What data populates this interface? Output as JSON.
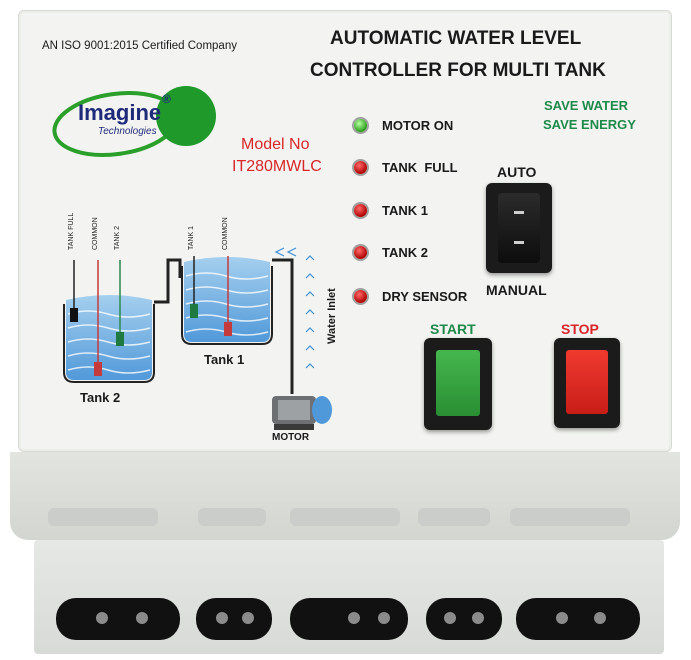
{
  "header": {
    "certification": "AN ISO 9001:2015 Certified Company",
    "title_line1": "AUTOMATIC WATER LEVEL",
    "title_line2": "CONTROLLER FOR MULTI TANK"
  },
  "brand": {
    "name": "Imagine",
    "registered": "®",
    "subtitle": "Technologies"
  },
  "model": {
    "label": "Model No",
    "number": "IT280MWLC"
  },
  "slogans": [
    "SAVE WATER",
    "SAVE ENERGY"
  ],
  "indicators": [
    {
      "label": "MOTOR ON",
      "color": "#2a9d1b"
    },
    {
      "label": "TANK  FULL",
      "color": "#b00000"
    },
    {
      "label": "TANK 1",
      "color": "#b00000"
    },
    {
      "label": "TANK 2",
      "color": "#b00000"
    },
    {
      "label": "DRY SENSOR",
      "color": "#b00000"
    }
  ],
  "mode_switch": {
    "top_label": "AUTO",
    "bottom_label": "MANUAL"
  },
  "buttons": {
    "start_label": "START",
    "stop_label": "STOP",
    "start_color": "#2f9e3a",
    "stop_color": "#e0261f"
  },
  "diagram": {
    "tank2": {
      "label": "Tank 2",
      "probes": [
        "TANK FULL",
        "COMMON",
        "TANK 2"
      ]
    },
    "tank1": {
      "label": "Tank 1",
      "probes": [
        "TANK 1",
        "COMMON"
      ]
    },
    "inlet_label": "Water Inlet",
    "motor_label": "MOTOR"
  },
  "colors": {
    "title_red": "#d8262a",
    "slogan_green": "#1e8a4a",
    "start_label_green": "#1e8a4a",
    "stop_label_red": "#d8262a",
    "water_blue": "#5aa7e0"
  }
}
